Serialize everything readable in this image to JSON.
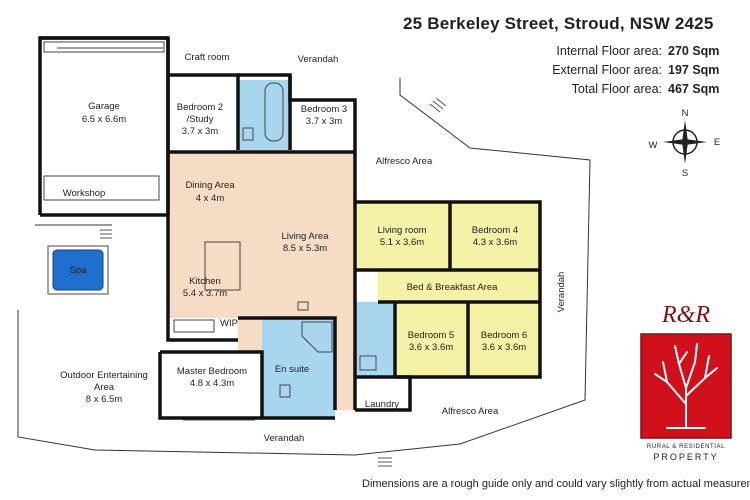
{
  "header": {
    "address": "25 Berkeley Street, Stroud, NSW 2425",
    "areas": [
      {
        "label": "Internal Floor area:",
        "value": "270 Sqm"
      },
      {
        "label": "External Floor area:",
        "value": "197 Sqm"
      },
      {
        "label": "Total Floor area:",
        "value": "467 Sqm"
      }
    ]
  },
  "compass": {
    "n": "N",
    "s": "S",
    "e": "E",
    "w": "W"
  },
  "rooms": {
    "craft_room": "Craft room",
    "verandah_top": "Verandah",
    "garage_name": "Garage",
    "garage_dim": "6.5 x 6.6m",
    "bed2_name_1": "Bedroom 2",
    "bed2_name_2": "/Study",
    "bed2_dim": "3.7 x 3m",
    "bed3_name": "Bedroom 3",
    "bed3_dim": "3.7 x 3m",
    "alfresco_top": "Alfresco Area",
    "workshop": "Workshop",
    "dining_name": "Dining Area",
    "dining_dim": "4 x 4m",
    "living_room_name": "Living room",
    "living_room_dim": "5.1 x 3.6m",
    "bed4_name": "Bedroom 4",
    "bed4_dim": "4.3 x 3.6m",
    "living_area_name": "Living Area",
    "living_area_dim": "8.5 x 5.3m",
    "spa": "Spa",
    "verandah_right": "Verandah",
    "kitchen_name": "Kitchen",
    "kitchen_dim": "5.4 x 3.7m",
    "bnb": "Bed & Breakfast Area",
    "wip": "WIP",
    "bed5_name": "Bedroom 5",
    "bed5_dim": "3.6 x 3.6m",
    "bed6_name": "Bedroom 6",
    "bed6_dim": "3.6 x 3.6m",
    "outdoor_1": "Outdoor Entertaining",
    "outdoor_2": "Area",
    "outdoor_dim": "8 x 6.5m",
    "master_name": "Master Bedroom",
    "master_dim": "4.8 x 4.3m",
    "ensuite": "En suite",
    "laundry": "Laundry",
    "alfresco_bottom": "Alfresco Area",
    "verandah_bottom": "Verandah"
  },
  "logo": {
    "monogram": "R&R",
    "line1": "RURAL & RESIDENTIAL",
    "line2": "PROPERTY",
    "colors": {
      "red": "#d0101a",
      "frame": "#7a1216"
    }
  },
  "colors": {
    "living": "#f6dcc4",
    "bnb": "#f4f2a6",
    "bathroom": "#a9d6ef",
    "spa": "#1e6fd0"
  },
  "disclaimer": "Dimensions are a rough guide only and could vary slightly from actual measurements"
}
